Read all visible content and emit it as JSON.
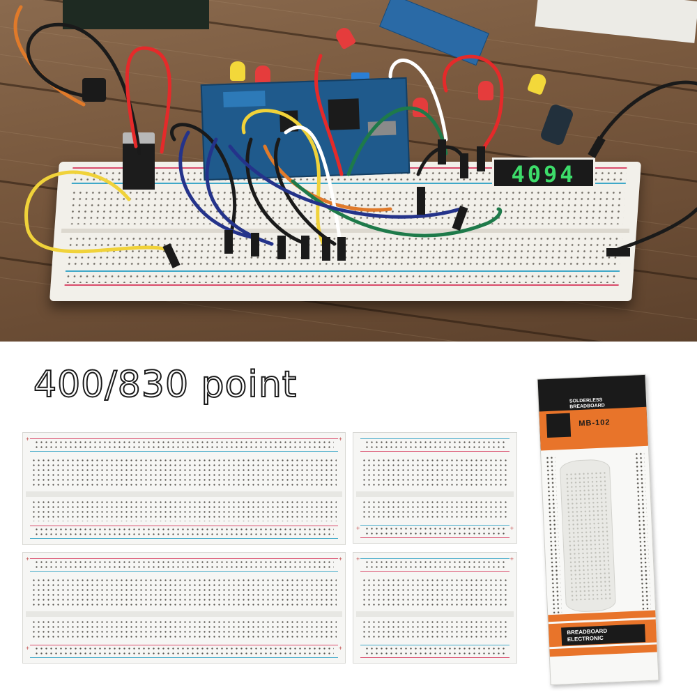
{
  "caption": "400/830 point",
  "photo": {
    "segment_display_value": "4094"
  },
  "package": {
    "brand_line_1": "SOLDERLESS",
    "brand_line_2": "BREADBOARD",
    "model": "MB-102",
    "bottom_label_line_1": "BREADBOARD",
    "bottom_label_line_2": "ELECTRONIC"
  },
  "colors": {
    "wood": "#7a5a3f",
    "breadboard": "#f2f0ea",
    "module": "#1f5a8c",
    "display_green": "#3ddc6a",
    "rail_red": "#d94a6a",
    "rail_blue": "#3fa8c8",
    "package_orange": "#e8742a"
  }
}
